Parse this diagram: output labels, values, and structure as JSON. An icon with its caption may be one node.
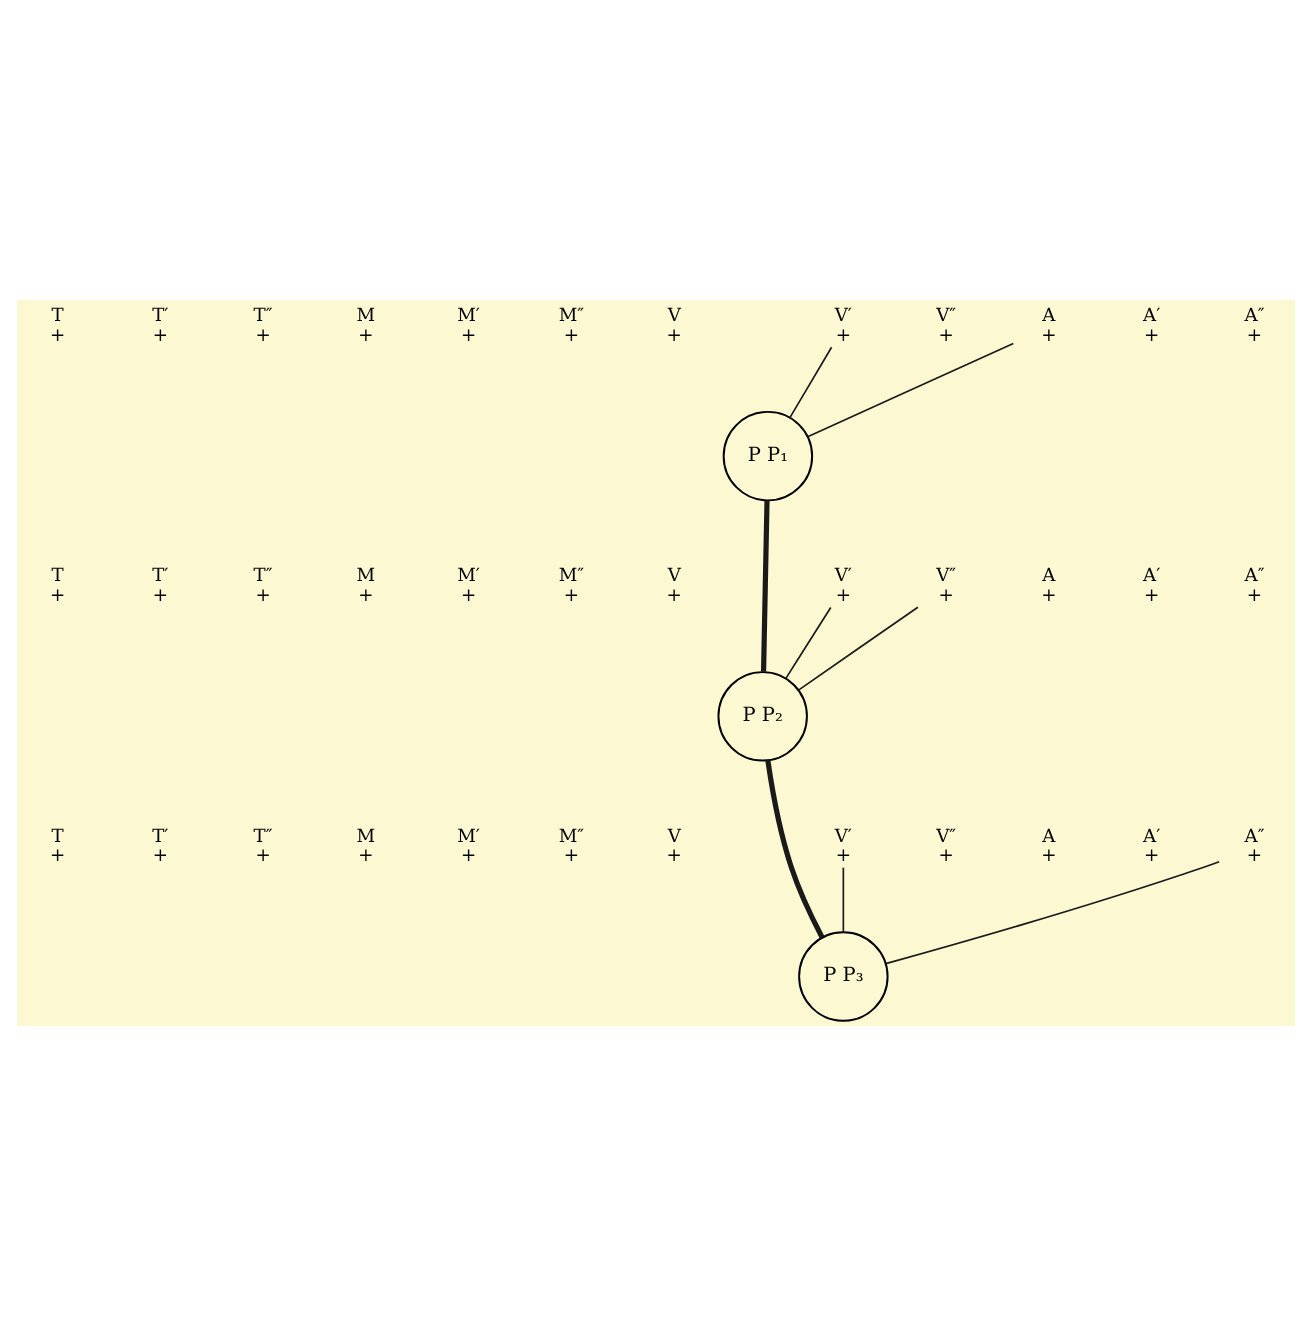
{
  "diagram": {
    "nodes": [
      {
        "text": [
          "T",
          "+"
        ]
      },
      {
        "text": [
          "T′",
          "+"
        ]
      },
      {
        "text": [
          "T″",
          "+"
        ]
      },
      {
        "text": [
          "M",
          "+"
        ]
      },
      {
        "text": [
          "M′",
          "+"
        ]
      },
      {
        "text": [
          "M″",
          "+"
        ]
      },
      {
        "text": [
          "V",
          "+"
        ]
      },
      {
        "text": [
          "V′",
          "+"
        ]
      },
      {
        "text": [
          "V″",
          "+"
        ]
      },
      {
        "text": [
          "A",
          "+"
        ]
      },
      {
        "text": [
          "A′",
          "+"
        ]
      },
      {
        "text": [
          "A″",
          "+"
        ]
      },
      {
        "text": [
          "P P₁"
        ]
      },
      {
        "text": [
          "T",
          "+"
        ]
      },
      {
        "text": [
          "T′",
          "+"
        ]
      },
      {
        "text": [
          "T″",
          "+"
        ]
      },
      {
        "text": [
          "M",
          "+"
        ]
      },
      {
        "text": [
          "M′",
          "+"
        ]
      },
      {
        "text": [
          "M″",
          "+"
        ]
      },
      {
        "text": [
          "V",
          "+"
        ]
      },
      {
        "text": [
          "V′",
          "+"
        ]
      },
      {
        "text": [
          "V″",
          "+"
        ]
      },
      {
        "text": [
          "A",
          "+"
        ]
      },
      {
        "text": [
          "A′",
          "+"
        ]
      },
      {
        "text": [
          "A″",
          "+"
        ]
      },
      {
        "text": [
          "P P₂"
        ]
      },
      {
        "text": [
          "T",
          "+"
        ]
      },
      {
        "text": [
          "T′",
          "+"
        ]
      },
      {
        "text": [
          "T″",
          "+"
        ]
      },
      {
        "text": [
          "M",
          "+"
        ]
      },
      {
        "text": [
          "M′",
          "+"
        ]
      },
      {
        "text": [
          "M″",
          "+"
        ]
      },
      {
        "text": [
          "V",
          "+"
        ]
      },
      {
        "text": [
          "V′",
          "+"
        ]
      },
      {
        "text": [
          "V″",
          "+"
        ]
      },
      {
        "text": [
          "A",
          "+"
        ]
      },
      {
        "text": [
          "A′",
          "+"
        ]
      },
      {
        "text": [
          "A″",
          "+"
        ]
      },
      {
        "text": [
          "P P₃"
        ]
      }
    ],
    "edges": [
      {
        "from": 7,
        "to": 12,
        "arrow": "none"
      },
      {
        "from": 9,
        "to": 12,
        "arrow": "none"
      },
      {
        "from": 12,
        "to": 25,
        "arrow": "none",
        "style": "thick"
      },
      {
        "from": 20,
        "to": 25,
        "arrow": "none"
      },
      {
        "from": 21,
        "to": 25,
        "arrow": "none"
      },
      {
        "from": 25,
        "to": 38,
        "arrow": "none",
        "style": "thick"
      },
      {
        "from": 33,
        "to": 38,
        "arrow": "none"
      },
      {
        "from": 37,
        "to": 38,
        "arrow": "none"
      }
    ]
  }
}
